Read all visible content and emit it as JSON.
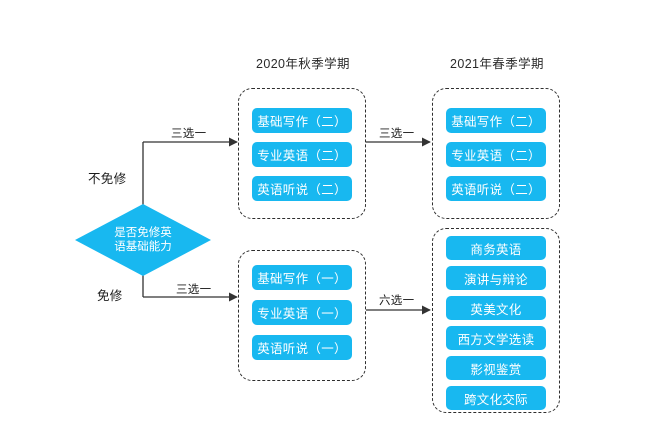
{
  "diagram": {
    "type": "flowchart",
    "title": "",
    "decision": {
      "line1": "是否免修英",
      "line2": "语基础能力"
    },
    "branches": {
      "upper": "不免修",
      "lower": "免修"
    },
    "columns": [
      {
        "id": "fall2020",
        "header": "2020年秋季学期"
      },
      {
        "id": "spring2021",
        "header": "2021年春季学期"
      }
    ],
    "edges": {
      "decision_to_fall_upper": "三选一",
      "fall_upper_to_spring_upper": "三选一",
      "decision_to_fall_lower": "三选一",
      "fall_lower_to_spring_lower": "六选一"
    },
    "groups": {
      "fall_upper": {
        "courses": [
          "基础写作（二）",
          "专业英语（二）",
          "英语听说（二）"
        ]
      },
      "spring_upper": {
        "courses": [
          "基础写作（二）",
          "专业英语（二）",
          "英语听说（二）"
        ]
      },
      "fall_lower": {
        "courses": [
          "基础写作（一）",
          "专业英语（一）",
          "英语听说（一）"
        ]
      },
      "spring_lower": {
        "courses": [
          "商务英语",
          "演讲与辩论",
          "英美文化",
          "西方文学选读",
          "影视鉴赏",
          "跨文化交际"
        ]
      }
    },
    "colors": {
      "node_fill": "#18b8f0",
      "node_text": "#ffffff",
      "edge": "#333333",
      "group_border": "#2e2e2e",
      "background": "#ffffff"
    }
  }
}
